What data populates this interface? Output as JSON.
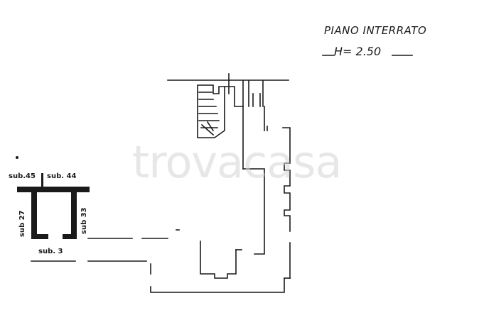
{
  "plan": {
    "title": "PIANO INTERRATO",
    "height_label": "H= 2.50",
    "units": {
      "sub45": "sub.45",
      "sub44": "sub. 44",
      "sub27": "sub 27",
      "sub33": "sub 33",
      "sub3": "sub. 3"
    },
    "watermark": "trovacasa"
  },
  "colors": {
    "ink": "#1a1a1a",
    "watermark": "#d4d4d4"
  }
}
